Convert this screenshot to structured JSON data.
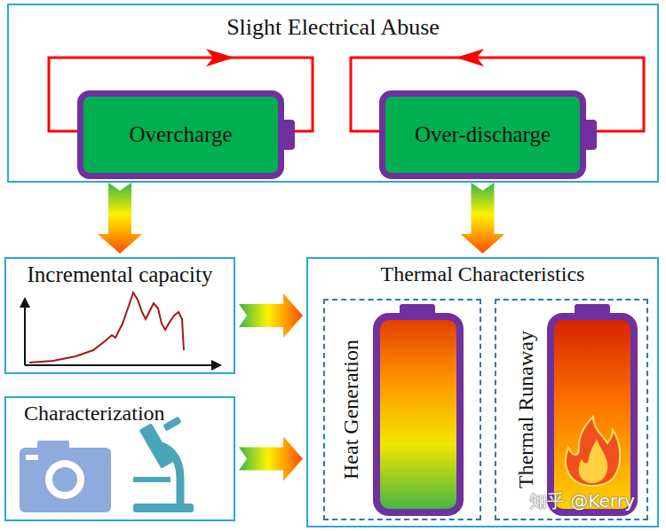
{
  "diagram": {
    "nodes": [
      {
        "text": [
          "Slight Electrical Abuse"
        ]
      },
      {
        "text": [
          "Overcharge"
        ],
        "in": 0
      },
      {
        "text": [
          "Over-discharge"
        ],
        "in": 0
      },
      {
        "text": [
          "Incremental capacity"
        ]
      },
      {
        "text": [
          "Characterization"
        ]
      },
      {
        "text": [
          "Thermal Characteristics"
        ]
      },
      {
        "text": [
          "Heat Generation"
        ],
        "in": 5
      },
      {
        "text": [
          "Thermal Runaway"
        ],
        "in": 5
      }
    ],
    "edges": [
      {
        "from": 1,
        "to": 3,
        "arrow": "to"
      },
      {
        "from": 2,
        "to": 5,
        "arrow": "to"
      },
      {
        "from": 3,
        "to": 5,
        "arrow": "to"
      },
      {
        "from": 4,
        "to": 5,
        "arrow": "to"
      }
    ],
    "labels": [
      "知乎 @Kerry"
    ]
  }
}
